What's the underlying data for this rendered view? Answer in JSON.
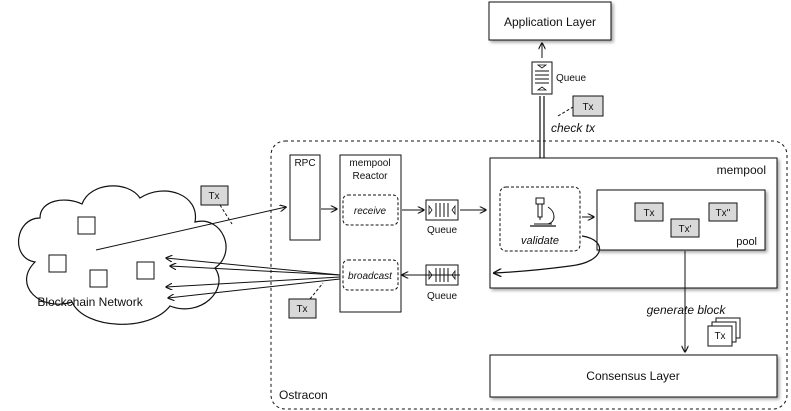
{
  "nodes": {
    "application_layer": "Application Layer",
    "queue_top": "Queue",
    "check_tx": "check tx",
    "tx_label": "Tx",
    "tx_prime": "Tx'",
    "tx_double_prime": "Tx''",
    "rpc": "RPC",
    "mempool_reactor_line1": "mempool",
    "mempool_reactor_line2": "Reactor",
    "receive": "receive",
    "broadcast": "broadcast",
    "queue_receive": "Queue",
    "queue_broadcast": "Queue",
    "mempool": "mempool",
    "validate": "validate",
    "pool": "pool",
    "generate_block": "generate block",
    "consensus_layer": "Consensus Layer",
    "blockchain_network": "Blockchain Network",
    "ostracon": "Ostracon"
  },
  "icons": {
    "microscope": "microscope-icon",
    "queue": "queue-icon"
  },
  "colors": {
    "stroke": "#111111",
    "tx_fill": "#d9d9d9",
    "box_fill": "#ffffff"
  }
}
